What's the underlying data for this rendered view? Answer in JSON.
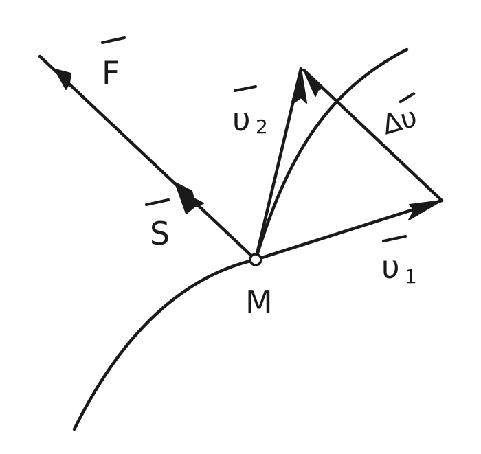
{
  "diagram": {
    "labels": {
      "force": "F",
      "displacement": "S",
      "velocity_1_main": "υ",
      "velocity_1_sub": "1",
      "velocity_2_main": "υ",
      "velocity_2_sub": "2",
      "delta_v": "Δυ",
      "point": "M"
    }
  }
}
